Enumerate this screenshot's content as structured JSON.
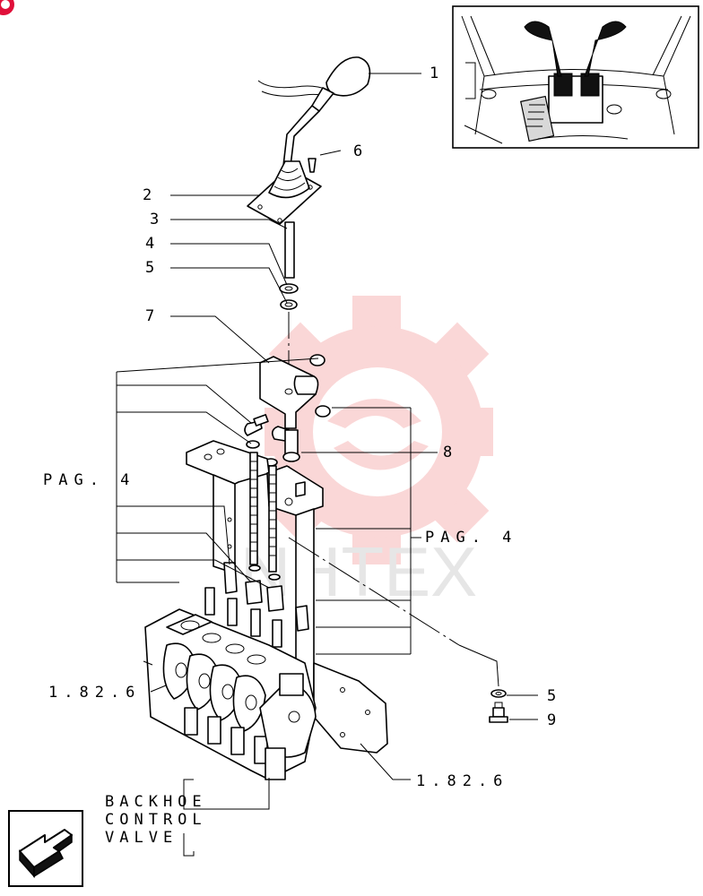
{
  "watermark": {
    "text": "NHTEX",
    "gear_color": "#f7b0b0"
  },
  "corner_badge": {
    "color": "#e0103a"
  },
  "callouts": {
    "c1": "1",
    "c2": "2",
    "c3": "3",
    "c4": "4",
    "c5": "5",
    "c6": "6",
    "c7": "7",
    "c8": "8",
    "c5b": "5",
    "c9": "9"
  },
  "references": {
    "pag_left": "PAG. 4",
    "pag_right": "PAG. 4",
    "ref_left": "1.82.6",
    "ref_bottom": "1.82.6"
  },
  "backhoe_label": {
    "line1": "BACKHOE",
    "line2": "CONTROL",
    "line3": "VALVE"
  },
  "nav": {
    "icon": "return-arrow-icon"
  }
}
